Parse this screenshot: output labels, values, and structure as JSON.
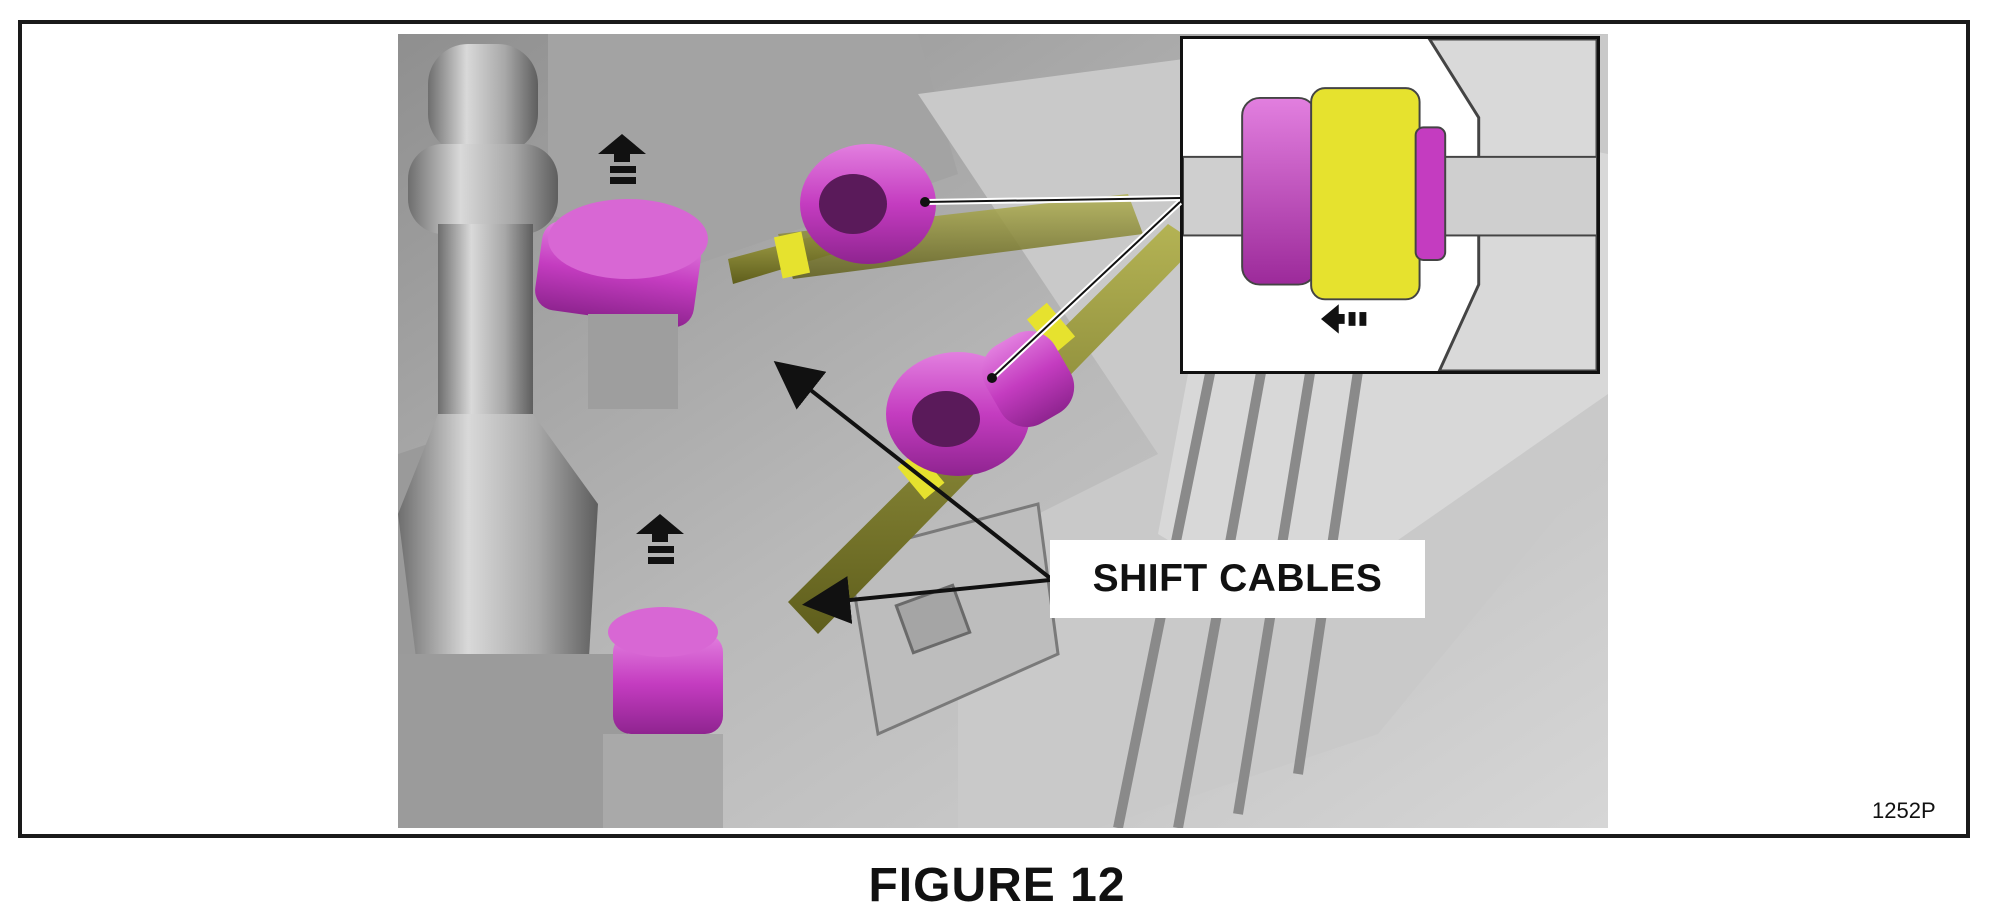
{
  "callout_label": "SHIFT CABLES",
  "reference_code": "1252P",
  "figure_caption": "FIGURE 12",
  "colors": {
    "connector_magenta": "#c43cc0",
    "clip_yellow": "#e6e22e",
    "cable_olive": "#8d8c2e",
    "metal_gray": "#b7b7b7",
    "frame_black": "#1a1a1a"
  }
}
